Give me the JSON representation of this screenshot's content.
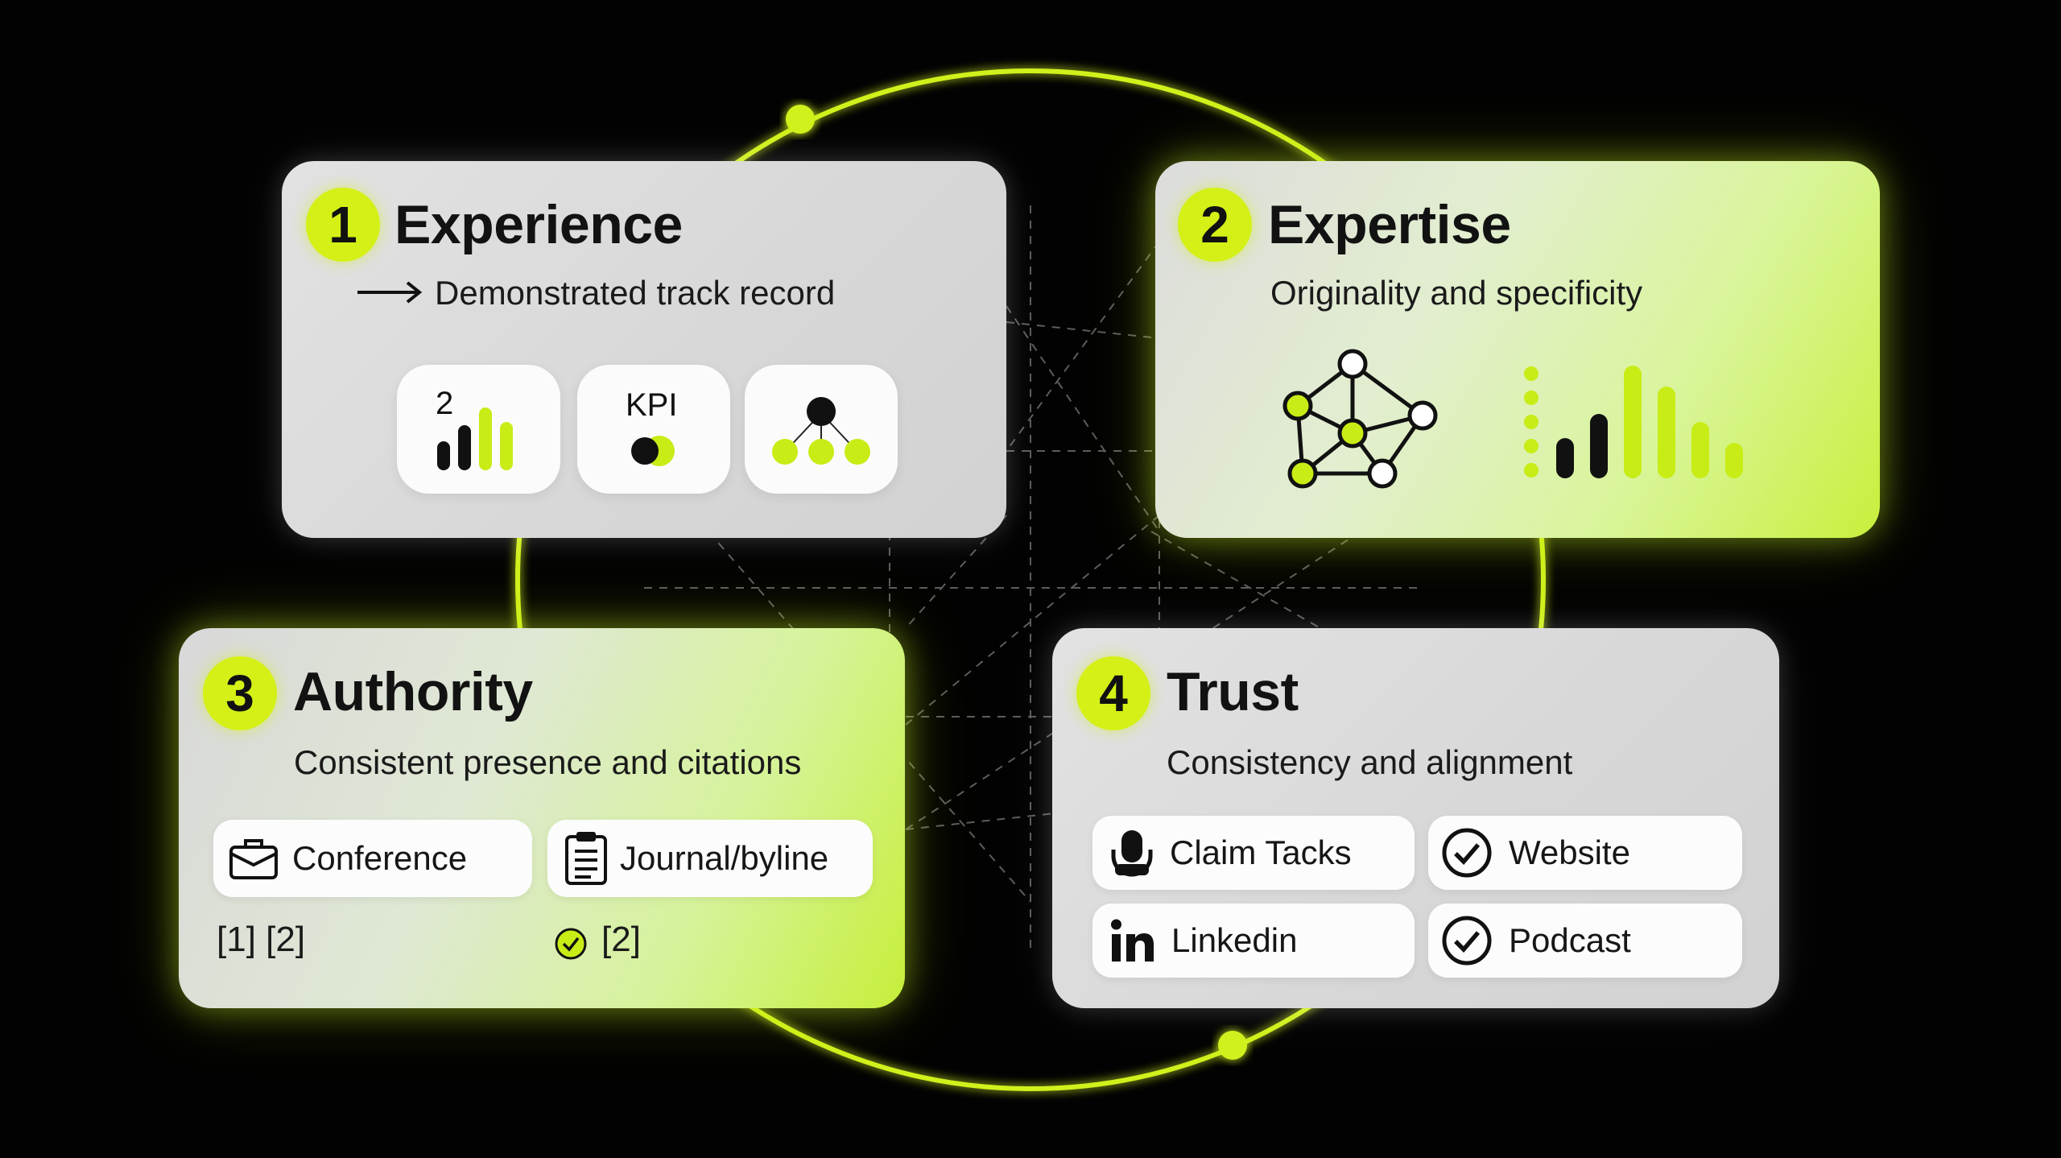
{
  "colors": {
    "background": "#020202",
    "accent": "#d4f016",
    "card_gray": "#d9d9d9",
    "ink": "#111111"
  },
  "cards": [
    {
      "number": "1",
      "title": "Experience",
      "subtitle": "Demonstrated track record",
      "tiles": [
        {
          "icon": "bar-chart-icon",
          "label": "2"
        },
        {
          "icon": "kpi-toggle-icon",
          "label": "KPI"
        },
        {
          "icon": "hierarchy-icon"
        }
      ]
    },
    {
      "number": "2",
      "title": "Expertise",
      "subtitle": "Originality and specificity",
      "icons": [
        "network-graph-icon",
        "signal-bars-icon"
      ]
    },
    {
      "number": "3",
      "title": "Authority",
      "subtitle": "Consistent presence and citations",
      "pills": [
        {
          "icon": "briefcase-icon",
          "label": "Conference"
        },
        {
          "icon": "clipboard-icon",
          "label": "Journal/byline"
        }
      ],
      "refs": [
        "[1] [2]",
        "[2]"
      ]
    },
    {
      "number": "4",
      "title": "Trust",
      "subtitle": "Consistency and alignment",
      "pills": [
        {
          "icon": "microphone-icon",
          "label": "Claim Tacks"
        },
        {
          "icon": "check-circle-icon",
          "label": "Website"
        },
        {
          "icon": "linkedin-icon",
          "label": "Linkedin"
        },
        {
          "icon": "check-circle-icon",
          "label": "Podcast"
        }
      ]
    }
  ]
}
